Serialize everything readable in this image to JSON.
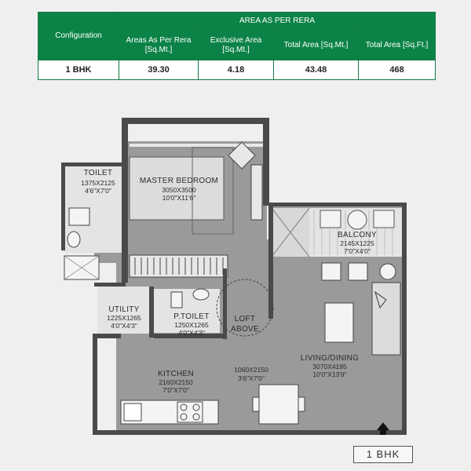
{
  "table": {
    "config_header": "Configuration",
    "group_header": "AREA AS PER RERA",
    "col_headers": [
      "Areas As Per Rera [Sq.Mt.]",
      "Exclusive Area [Sq.Mt.]",
      "Total Area [Sq.Mt.]",
      "Total Area [Sq.Ft.]"
    ],
    "row": {
      "config": "1 BHK",
      "values": [
        "39.30",
        "4.18",
        "43.48",
        "468"
      ]
    },
    "colors": {
      "header_bg": "#0c8346",
      "border": "#0f7a43"
    }
  },
  "rooms": {
    "toilet": {
      "name": "TOILET",
      "dim1": "1375X2125",
      "dim2": "4'6\"X7'0\""
    },
    "master": {
      "name": "MASTER BEDROOM",
      "dim1": "3050X3500",
      "dim2": "10'0\"X11'6\""
    },
    "balcony": {
      "name": "BALCONY",
      "dim1": "2145X1225",
      "dim2": "7'0\"X4'0\""
    },
    "utility": {
      "name": "UTILITY",
      "dim1": "1225X1265",
      "dim2": "4'0\"X4'3\""
    },
    "ptoilet": {
      "name": "P.TOILET",
      "dim1": "1250X1265",
      "dim2": "4'0\"X4'3\""
    },
    "loft": {
      "line1": "LOFT",
      "line2": "ABOVE"
    },
    "living": {
      "name": "LIVING/DINING",
      "dim1": "3070X4195",
      "dim2": "10'0\"X13'9\""
    },
    "kitchen": {
      "name": "KITCHEN",
      "dim1": "2160X2150",
      "dim2": "7'0\"X7'0\""
    },
    "passage": {
      "dim1": "1060X2150",
      "dim2": "3'6\"X7'0\""
    }
  },
  "plan_tag": "1 BHK",
  "colors": {
    "floor": "#9a9a9b",
    "wall": "#4a4a4b",
    "light_floor": "#e4e4e4"
  }
}
